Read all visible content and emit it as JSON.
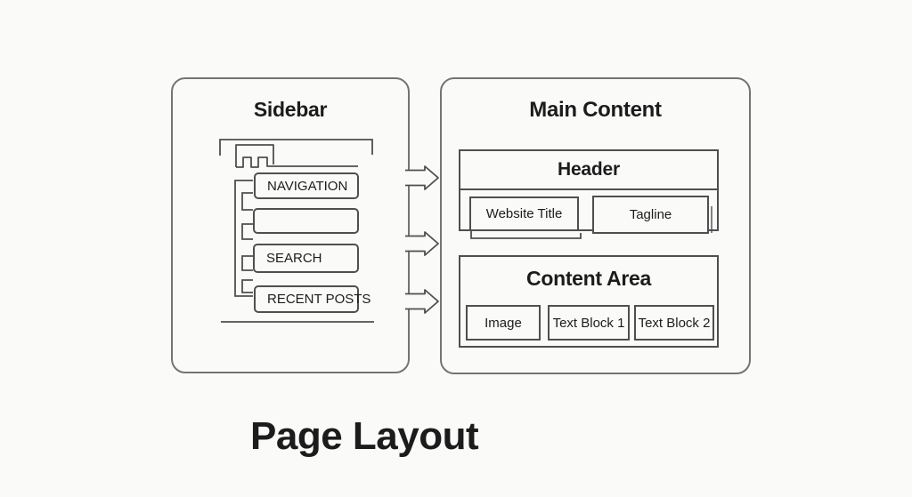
{
  "page_title": "Page Layout",
  "colors": {
    "background": "#fafaf9",
    "line": "#4f4f4f",
    "panel_outline": "#747474",
    "text": "#1c1c1c"
  },
  "sidebar": {
    "title": "Sidebar",
    "items": [
      {
        "label": "NAVIGATION"
      },
      {
        "label": ""
      },
      {
        "label": "SEARCH"
      },
      {
        "label": "RECENT POSTS"
      }
    ]
  },
  "flow": {
    "icon": "arrow-right",
    "arrow_count": 3
  },
  "main": {
    "title": "Main Content",
    "header": {
      "title": "Header",
      "items": [
        {
          "label": "Website Title"
        },
        {
          "label": "Tagline"
        }
      ]
    },
    "content_area": {
      "title": "Content Area",
      "items": [
        {
          "label": "Image"
        },
        {
          "label": "Text Block 1"
        },
        {
          "label": "Text Block 2"
        }
      ]
    }
  }
}
